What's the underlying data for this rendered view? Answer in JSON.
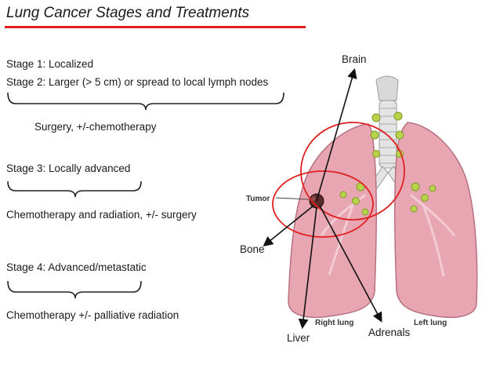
{
  "title": "Lung Cancer Stages and Treatments",
  "colors": {
    "accent_red": "#e02020",
    "lung_pink": "#e8a6b3",
    "node_green": "#b8d24a"
  },
  "stages": {
    "s1": "Stage 1: Localized",
    "s2": "Stage 2: Larger (> 5 cm) or spread to local lymph nodes",
    "t12": "Surgery, +/-chemotherapy",
    "s3": "Stage 3: Locally advanced",
    "t3": "Chemotherapy and radiation, +/- surgery",
    "s4": "Stage 4: Advanced/metastatic",
    "t4": "Chemotherapy +/- palliative radiation"
  },
  "metastasis_sites": {
    "brain": "Brain",
    "bone": "Bone",
    "liver": "Liver",
    "adrenals": "Adrenals"
  },
  "anatomy_labels": {
    "tumor": "Tumor",
    "right_lung": "Right lung",
    "left_lung": "Left lung"
  }
}
